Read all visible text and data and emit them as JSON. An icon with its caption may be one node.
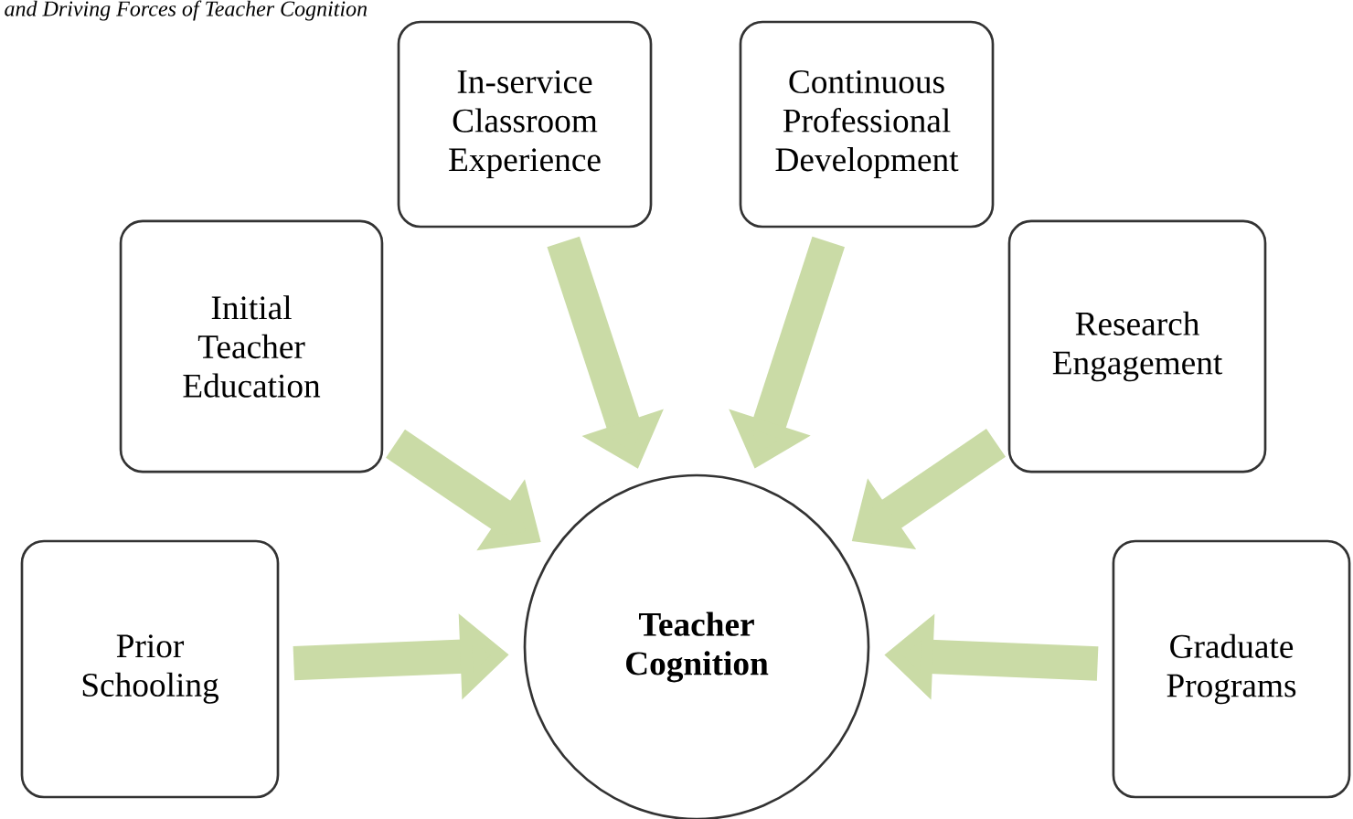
{
  "diagram": {
    "title": "and Driving Forces of Teacher Cognition",
    "nodes": [
      {
        "text": [
          "Prior Schooling"
        ]
      },
      {
        "text": [
          "Initial Teacher Education"
        ]
      },
      {
        "text": [
          "In-service Classroom Experience"
        ]
      },
      {
        "text": [
          "Continuous Professional Development"
        ]
      },
      {
        "text": [
          "Research Engagement"
        ]
      },
      {
        "text": [
          "Graduate Programs"
        ]
      },
      {
        "text": [
          "Teacher Cognition"
        ]
      }
    ],
    "edges": [
      {
        "from": 0,
        "to": 6,
        "arrow": "to"
      },
      {
        "from": 1,
        "to": 6,
        "arrow": "to"
      },
      {
        "from": 2,
        "to": 6,
        "arrow": "to"
      },
      {
        "from": 3,
        "to": 6,
        "arrow": "to"
      },
      {
        "from": 4,
        "to": 6,
        "arrow": "to"
      },
      {
        "from": 5,
        "to": 6,
        "arrow": "to"
      }
    ]
  }
}
